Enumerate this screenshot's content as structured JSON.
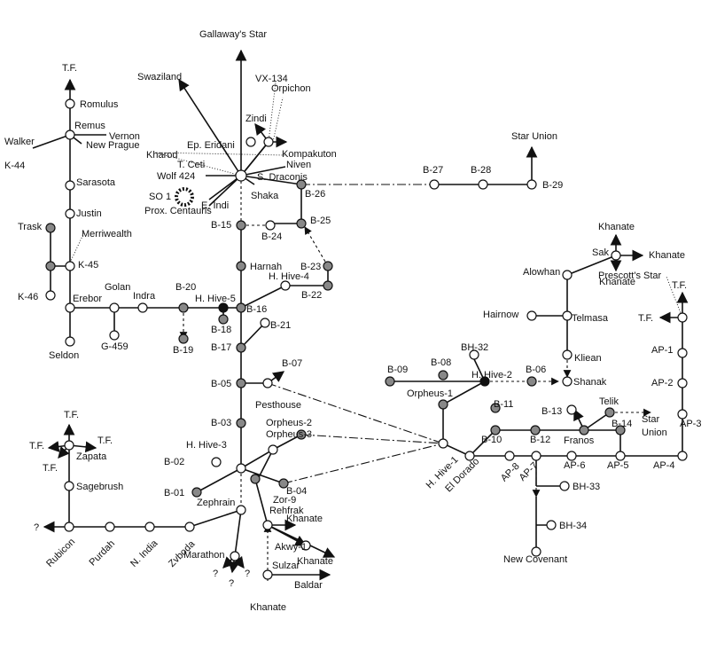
{
  "labels": {
    "tf_top": "T.F.",
    "romulus": "Romulus",
    "remus": "Remus",
    "vernon": "Vernon",
    "walker": "Walker",
    "new_prague": "New Prague",
    "k44": "K-44",
    "sarasota": "Sarasota",
    "justin": "Justin",
    "trask": "Trask",
    "merriwealth": "Merriwealth",
    "k45": "K-45",
    "k46": "K-46",
    "erebor": "Erebor",
    "golan": "Golan",
    "indra": "Indra",
    "b20": "B-20",
    "hhive5": "H. Hive-5",
    "b16": "B-16",
    "b18": "B-18",
    "b19": "B-19",
    "g459": "G-459",
    "seldon": "Seldon",
    "gallaways_star": "Gallaway's Star",
    "swaziland": "Swaziland",
    "vx134": "VX-134",
    "orpichon": "Orpichon",
    "zindi": "Zindi",
    "ep_eridani": "Ep. Eridani",
    "kompakuton": "Kompakuton",
    "kharod": "Kharod",
    "niven": "Niven",
    "t_ceti": "T. Ceti",
    "wolf424": "Wolf 424",
    "s_draconis": "S. Draconis",
    "shaka": "Shaka",
    "so1": "SO 1",
    "prox_centauris": "Prox. Centauris",
    "e_indi": "E. Indi",
    "b26": "B-26",
    "b27": "B-27",
    "b28": "B-28",
    "b29": "B-29",
    "star_union": "Star Union",
    "b15": "B-15",
    "b24": "B-24",
    "b25": "B-25",
    "b23": "B-23",
    "b22": "B-22",
    "harnah": "Harnah",
    "hhive4": "H. Hive-4",
    "b21": "B-21",
    "b17": "B-17",
    "b07": "B-07",
    "b05": "B-05",
    "pesthouse": "Pesthouse",
    "b03": "B-03",
    "orpheus2": "Orpheus-2",
    "orpheus3": "Orpheus-3",
    "hhive3": "H. Hive-3",
    "b02": "B-02",
    "b01": "B-01",
    "b04": "B-04",
    "zephrain": "Zephrain",
    "zor9": "Zor-9",
    "rehfrak": "Rehfrak",
    "khanate_zor": "Khanate",
    "akwy1": "Akwy-1",
    "khanate_akwy": "Khanate",
    "sulzar": "Sulzar",
    "baldar": "Baldar",
    "khanate_bottom": "Khanate",
    "marathon": "Marathon",
    "q_m1": "?",
    "q_m2": "?",
    "q_m3": "?",
    "zvboda": "Zvboda",
    "n_india": "N. India",
    "purdah": "Purdah",
    "rubicon": "Rubicon",
    "q_rubicon": "?",
    "sagebrush": "Sagebrush",
    "zapata": "Zapata",
    "tf_z1": "T.F.",
    "tf_z2": "T.F.",
    "tf_z3": "T.F.",
    "tf_z4": "T.F.",
    "khanate_sak1": "Khanate",
    "sak": "Sak",
    "khanate_sak2": "Khanate",
    "khanate_sak3": "Khanate",
    "alowhan": "Alowhan",
    "prescotts_star": "Prescott's Star",
    "tf_ap1": "T.F.",
    "tf_ap2": "T.F.",
    "hairnow": "Hairnow",
    "telmasa": "Telmasa",
    "kliean": "Kliean",
    "shanak": "Shanak",
    "ap1": "AP-1",
    "ap2": "AP-2",
    "ap3": "AP-3",
    "bh32": "BH-32",
    "b08": "B-08",
    "b09": "B-09",
    "hhive2": "H. Hive-2",
    "b06": "B-06",
    "orpheus1": "Orpheus-1",
    "b11": "B-11",
    "b13": "B-13",
    "telik": "Telik",
    "star_union2": "Star\nUnion",
    "b10": "B-10",
    "b12": "B-12",
    "franos": "Franos",
    "b14": "B-14",
    "hhive1": "H. Hive-1",
    "el_dorado": "El Dorado",
    "ap8": "AP-8",
    "ap7": "AP-7",
    "ap6": "AP-6",
    "ap5": "AP-5",
    "ap4": "AP-4",
    "bh33": "BH-33",
    "bh34": "BH-34",
    "new_covenant": "New Covenant"
  }
}
